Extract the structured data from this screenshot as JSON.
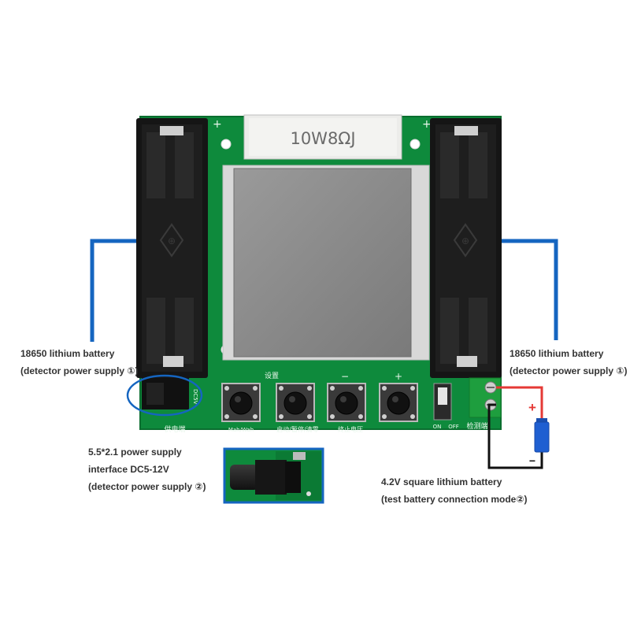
{
  "colors": {
    "pcb": "#0e8a3c",
    "pcb_dark": "#0a6e2f",
    "leader_blue": "#1565c0",
    "wire_red": "#e53935",
    "wire_black": "#111111",
    "battery_blue": "#1f5fd1",
    "terminal_green": "#1e9e3e",
    "lcd": "#8c8c8c"
  },
  "board": {
    "resistor_text": "10W8ΩJ",
    "plus_left": "+",
    "plus_right": "+",
    "btn_top_1": "设置",
    "btn_top_3": "−",
    "btn_top_4": "+",
    "btn_bottom_1": "Mah/Wah",
    "btn_bottom_2": "启动/暂停/清零",
    "btn_bottom_3": "终止电压",
    "bottom_left": "供电端",
    "bottom_right": "检测端",
    "switch_on": "ON",
    "switch_off": "OFF",
    "holder_mark": "⊕",
    "dc_text": "DC5V"
  },
  "labels": {
    "left_battery_line1": "18650 lithium battery",
    "left_battery_line2": "(detector power supply ①)",
    "right_battery_line1": "18650 lithium battery",
    "right_battery_line2": "(detector power supply ①)",
    "dc_line1": "5.5*2.1 power supply",
    "dc_line2": "interface DC5-12V",
    "dc_line3": "(detector power supply ②)",
    "square_line1": "4.2V square lithium battery",
    "square_line2": "(test battery connection mode②)"
  },
  "test_battery": {
    "plus": "+",
    "minus": "−"
  },
  "icons": [
    "battery-holder-icon",
    "push-button-icon",
    "screw-terminal-icon",
    "dc-jack-icon",
    "slide-switch-icon"
  ]
}
